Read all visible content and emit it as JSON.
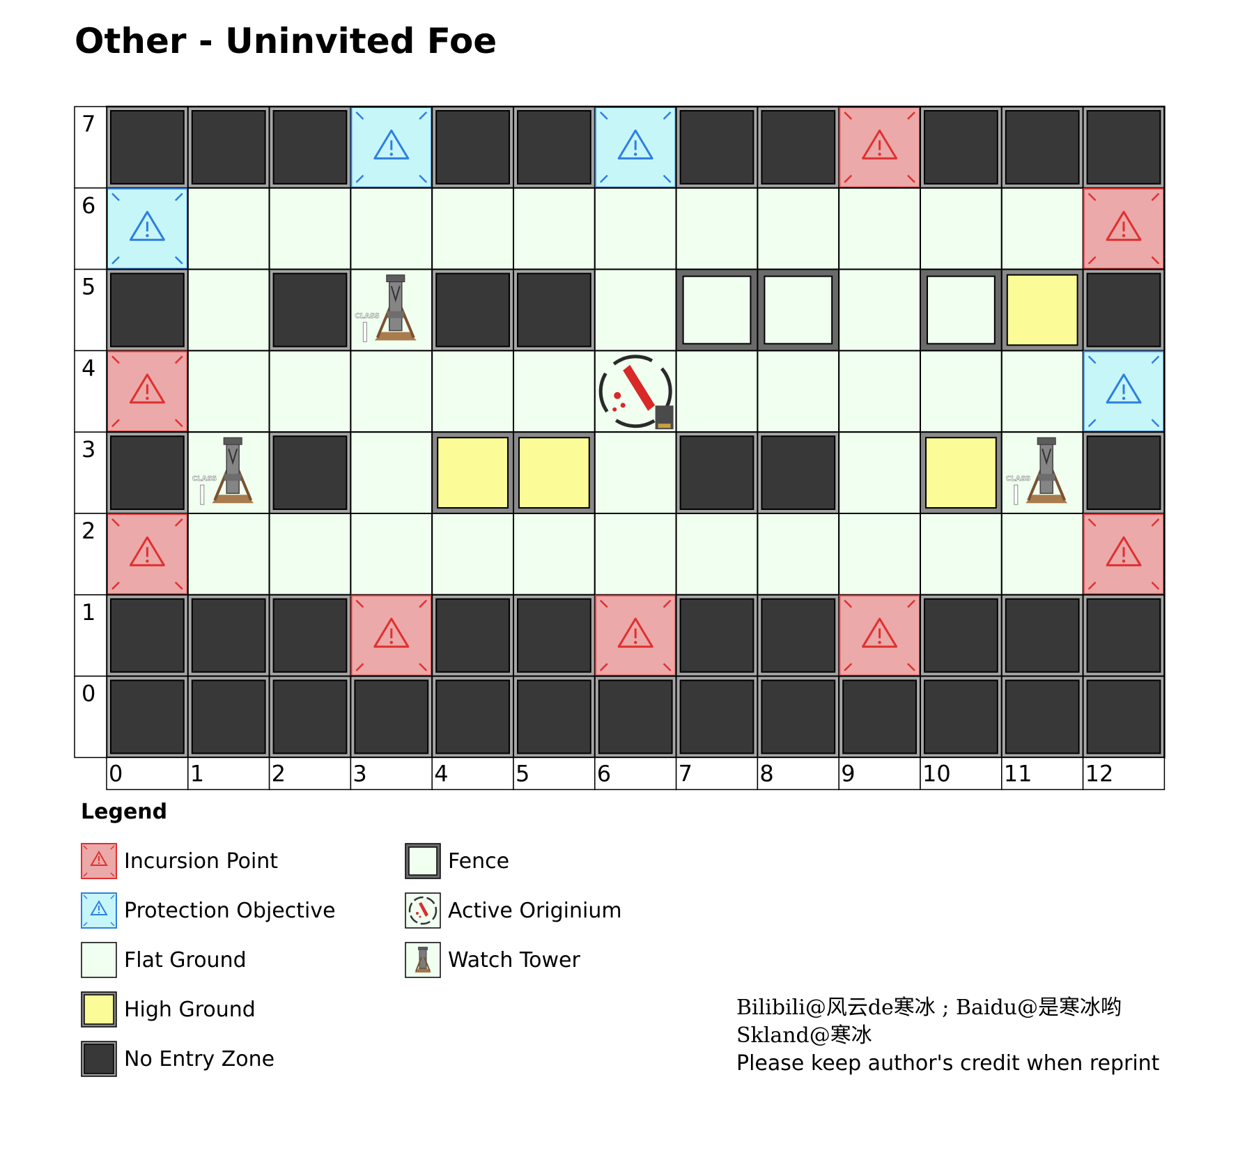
{
  "title": "Other - Uninvited Foe",
  "map": {
    "columns": 13,
    "rows": 8,
    "x_labels": [
      "0",
      "1",
      "2",
      "3",
      "4",
      "5",
      "6",
      "7",
      "8",
      "9",
      "10",
      "11",
      "12"
    ],
    "y_labels": [
      "7",
      "6",
      "5",
      "4",
      "3",
      "2",
      "1",
      "0"
    ],
    "grid_rows_top_to_bottom": [
      [
        "N",
        "N",
        "N",
        "B",
        "N",
        "N",
        "B",
        "N",
        "N",
        "R",
        "N",
        "N",
        "N"
      ],
      [
        "B",
        "F",
        "F",
        "F",
        "F",
        "F",
        "F",
        "F",
        "F",
        "F",
        "F",
        "F",
        "R"
      ],
      [
        "N",
        "F",
        "N",
        "W",
        "N",
        "N",
        "F",
        "X",
        "X",
        "F",
        "X",
        "H",
        "N"
      ],
      [
        "R",
        "F",
        "F",
        "F",
        "F",
        "F",
        "O",
        "F",
        "F",
        "F",
        "F",
        "F",
        "B"
      ],
      [
        "N",
        "W",
        "N",
        "F",
        "H",
        "H",
        "F",
        "N",
        "N",
        "F",
        "H",
        "W",
        "N"
      ],
      [
        "R",
        "F",
        "F",
        "F",
        "F",
        "F",
        "F",
        "F",
        "F",
        "F",
        "F",
        "F",
        "R"
      ],
      [
        "N",
        "N",
        "N",
        "R",
        "N",
        "N",
        "R",
        "N",
        "N",
        "R",
        "N",
        "N",
        "N"
      ],
      [
        "N",
        "N",
        "N",
        "N",
        "N",
        "N",
        "N",
        "N",
        "N",
        "N",
        "N",
        "N",
        "N"
      ]
    ],
    "tile_codes": {
      "N": "No Entry Zone",
      "F": "Flat Ground",
      "H": "High Ground",
      "X": "Fence",
      "R": "Incursion Point",
      "B": "Protection Objective",
      "O": "Active Originium",
      "W": "Watch Tower"
    },
    "tower_tag": "CLASS",
    "colors": {
      "no_entry": "#383838",
      "flat": "#f0fff0",
      "high": "#fbfb97",
      "incursion_bg": "#eba9a9",
      "incursion_mark": "#e03030",
      "protection_bg": "#c6f6f8",
      "protection_mark": "#2f7fe0"
    }
  },
  "legend": {
    "title": "Legend",
    "items": [
      {
        "label": "Incursion Point",
        "icon": "incursion-point-icon"
      },
      {
        "label": "Protection Objective",
        "icon": "protection-objective-icon"
      },
      {
        "label": "Flat Ground",
        "icon": "flat-ground-icon"
      },
      {
        "label": "High Ground",
        "icon": "high-ground-icon"
      },
      {
        "label": "No Entry Zone",
        "icon": "no-entry-zone-icon"
      },
      {
        "label": "Fence",
        "icon": "fence-icon"
      },
      {
        "label": "Active Originium",
        "icon": "active-originium-icon"
      },
      {
        "label": "Watch Tower",
        "icon": "watch-tower-icon"
      }
    ]
  },
  "credit": {
    "line1": "Bilibili@风云de寒冰 ; Baidu@是寒冰哟",
    "line2": "Skland@寒冰",
    "line3": "Please keep author's credit when reprint"
  }
}
